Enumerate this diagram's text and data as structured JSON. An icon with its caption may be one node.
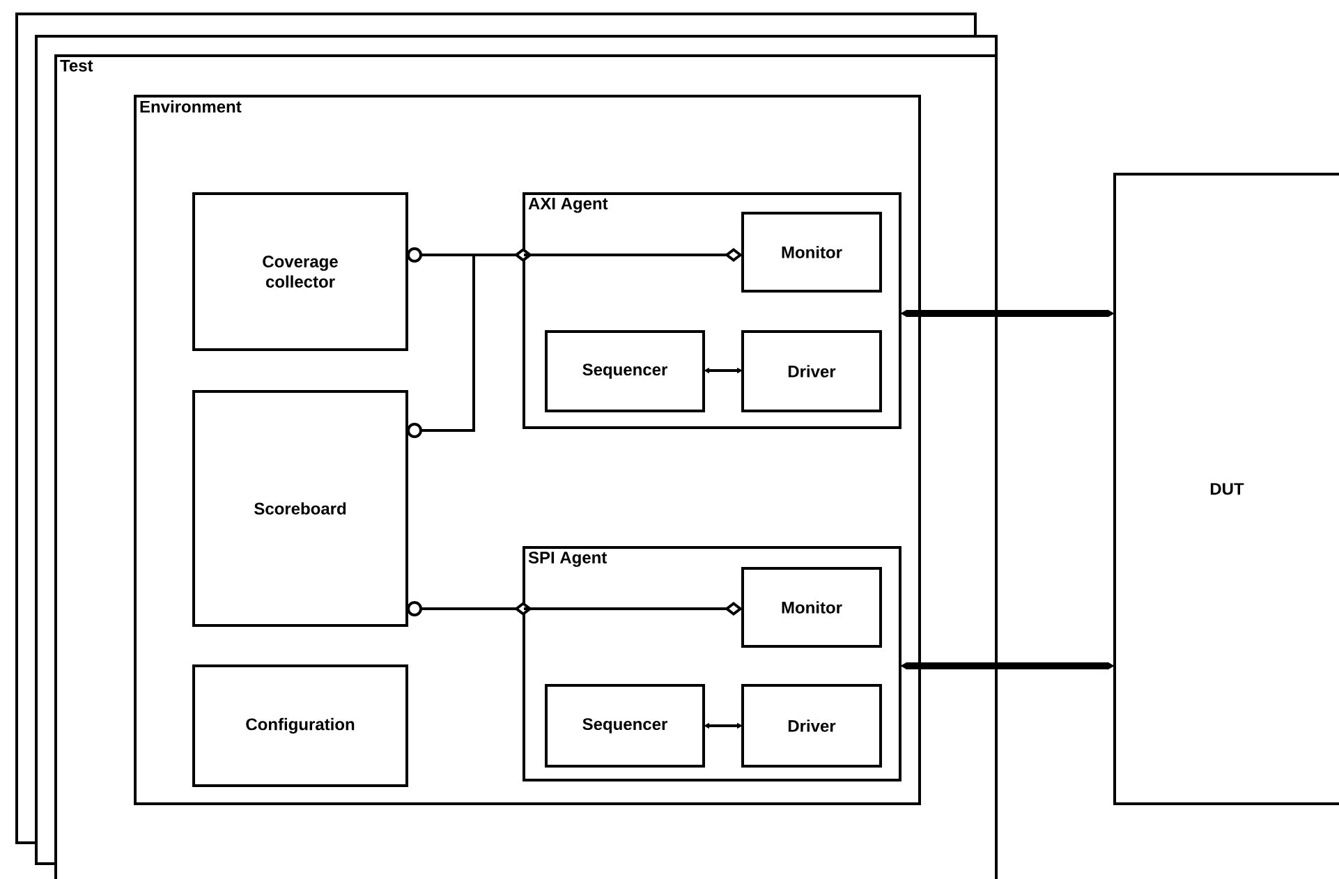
{
  "diagram": {
    "nodes": [
      {
        "text": [
          "Test"
        ]
      },
      {
        "text": [
          "Environment"
        ],
        "in": 0
      },
      {
        "text": [
          "Coverage collector"
        ],
        "in": 1
      },
      {
        "text": [
          "Scoreboard"
        ],
        "in": 1
      },
      {
        "text": [
          "Configuration"
        ],
        "in": 1
      },
      {
        "text": [
          "AXI Agent"
        ],
        "in": 1
      },
      {
        "text": [
          "Monitor"
        ],
        "in": 5
      },
      {
        "text": [
          "Sequencer"
        ],
        "in": 5
      },
      {
        "text": [
          "Driver"
        ],
        "in": 5
      },
      {
        "text": [
          "SPI Agent"
        ],
        "in": 1
      },
      {
        "text": [
          "Monitor"
        ],
        "in": 9
      },
      {
        "text": [
          "Sequencer"
        ],
        "in": 9
      },
      {
        "text": [
          "Driver"
        ],
        "in": 9
      },
      {
        "text": [
          "DUT"
        ]
      }
    ],
    "edges": [
      {
        "from": 2,
        "to": 5,
        "arrow": "other"
      },
      {
        "from": 3,
        "to": 5,
        "arrow": "other"
      },
      {
        "from": 5,
        "to": 6,
        "arrow": "other"
      },
      {
        "from": 7,
        "to": 8,
        "arrow": "both"
      },
      {
        "from": 3,
        "to": 9,
        "arrow": "other"
      },
      {
        "from": 9,
        "to": 10,
        "arrow": "other"
      },
      {
        "from": 11,
        "to": 12,
        "arrow": "both"
      },
      {
        "from": 5,
        "to": 13,
        "arrow": "both",
        "style": "thick"
      },
      {
        "from": 9,
        "to": 13,
        "arrow": "both",
        "style": "thick"
      }
    ]
  }
}
